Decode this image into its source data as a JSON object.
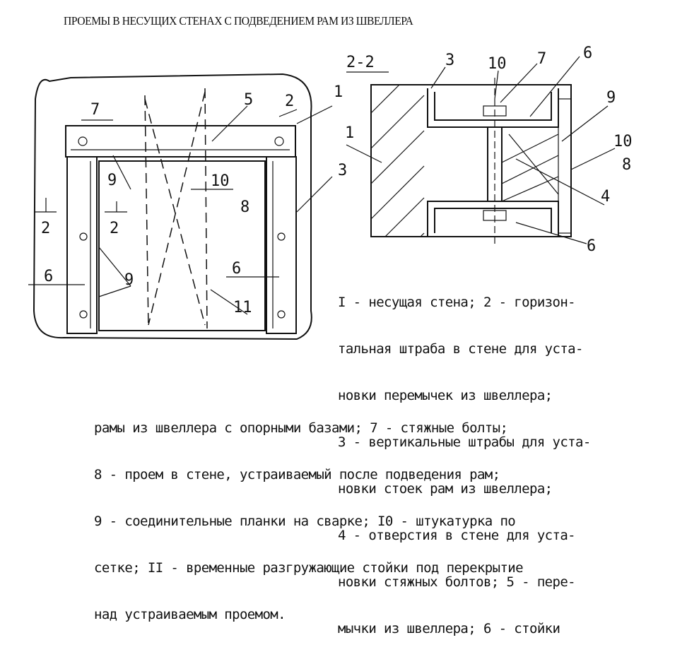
{
  "title": "ПРОЕМЫ В НЕСУЩИХ СТЕНАХ С ПОДВЕДЕНИЕМ РАМ ИЗ ШВЕЛЛЕРА",
  "section_label": "2-2",
  "plan_callouts": {
    "c1": "1",
    "c2": "2",
    "c3": "3",
    "c5": "5",
    "c6a": "6",
    "c6b": "6",
    "c7": "7",
    "c8": "8",
    "c9a": "9",
    "c9b": "9",
    "c10": "10",
    "c11": "11",
    "cut2a": "2",
    "cut2b": "2"
  },
  "section_callouts": {
    "c1": "1",
    "c3": "3",
    "c4": "4",
    "c6a": "6",
    "c6b": "6",
    "c7": "7",
    "c8": "8",
    "c9": "9",
    "c10a": "10",
    "c10b": "10"
  },
  "legend_right": [
    "I - несущая стена; 2 - горизон-",
    "тальная штраба в стене для уста-",
    "новки перемычек из швеллера;",
    "3 - вертикальные штрабы для уста-",
    "новки стоек рам из швеллера;",
    "4 - отверстия в стене для уста-",
    "новки стяжных болтов; 5 - пере-",
    "мычки из швеллера; 6 - стойки"
  ],
  "legend_bottom": [
    "рамы из швеллера с опорными базами; 7 - стяжные болты;",
    "8 - проем в стене, устраиваемый после подведения рам;",
    "9 - соединительные планки на сварке; I0 - штукатурка по",
    "сетке; II - временные разгружающие стойки под перекрытие",
    "над устраиваемым проемом."
  ]
}
